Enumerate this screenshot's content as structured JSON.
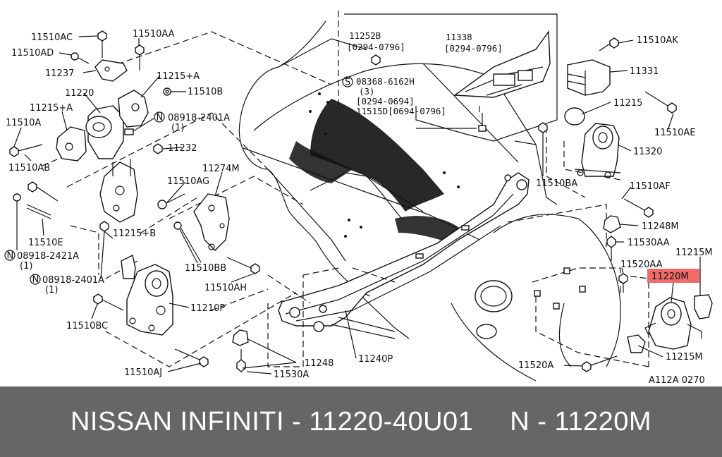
{
  "labels": {
    "l1": "11510AC",
    "l2": "11510AA",
    "l3": "11510AD",
    "l4": "11237",
    "l5": "11215+A",
    "l6": "11220",
    "l7": "11510B",
    "l8": "11215+A",
    "l9": "08918-2401A",
    "l10": "(1)",
    "l11": "11510A",
    "l12": "11232",
    "l13": "11510AB",
    "l14": "11274M",
    "l15": "11510AG",
    "l16": "11510E",
    "l17": "08918-2421A",
    "l18": "(1)",
    "l19": "11215+B",
    "l20": "08918-2401A",
    "l21": "(1)",
    "l22": "11510BB",
    "l23": "11510AH",
    "l24": "11210P",
    "l25": "11510BC",
    "l26": "11510AJ",
    "l27": "11248",
    "l28": "11530A",
    "l29": "11240P",
    "l30": "11252B",
    "l31": "[0294-0796]",
    "l32": "11338",
    "l33": "[0294-0796]",
    "l34": "08368-6162H",
    "l35": "(3)",
    "l36": "[0294-0694]",
    "l37": "11515D[0694-0796]",
    "l38": "11510AK",
    "l39": "11331",
    "l40": "11215",
    "l41": "11510AE",
    "l42": "11320",
    "l43": "11510BA",
    "l44": "11510AF",
    "l45": "11248M",
    "l46": "11530AA",
    "l47": "11215M",
    "l48": "11520AA",
    "l49": "11220M",
    "l50": "11215M",
    "l51": "11520A",
    "l52": "A112A 0270"
  },
  "highlight": {
    "part": "11220M",
    "color": "#f06a6a"
  },
  "banner": {
    "left": "NISSAN INFINITI - 11220-40U01",
    "right": "N - 11220M"
  }
}
